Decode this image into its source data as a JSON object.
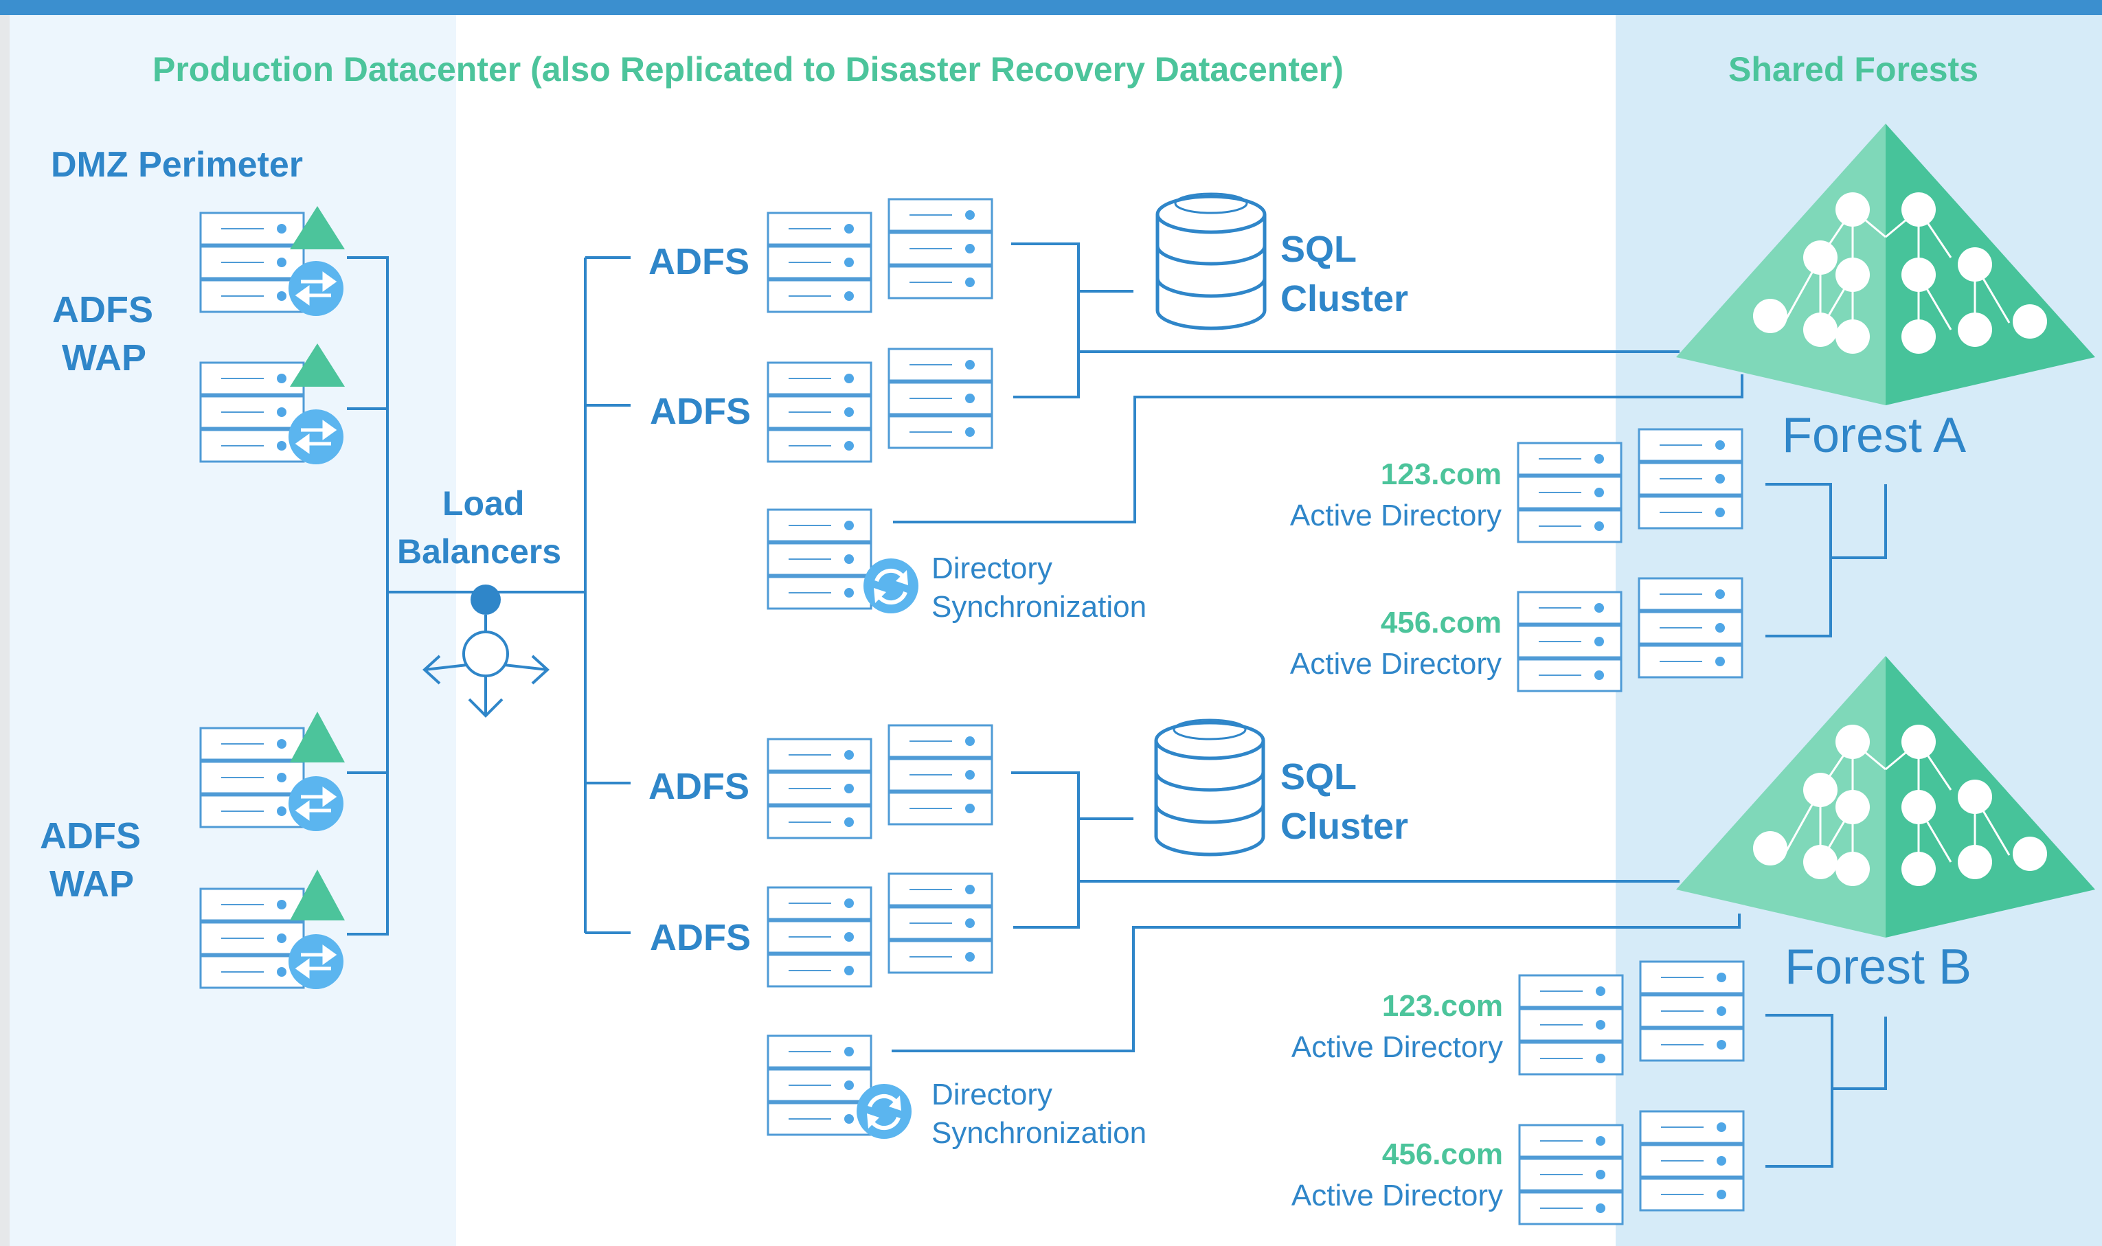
{
  "headers": {
    "production": "Production Datacenter (also Replicated to Disaster Recovery Datacenter)",
    "shared": "Shared Forests"
  },
  "dmz": {
    "title": "DMZ Perimeter",
    "wap_top": [
      "ADFS",
      "WAP"
    ],
    "wap_bottom": [
      "ADFS",
      "WAP"
    ]
  },
  "load_balancers": [
    "Load",
    "Balancers"
  ],
  "adfs_label": "ADFS",
  "sql": [
    "SQL",
    "Cluster"
  ],
  "dir_sync": [
    "Directory",
    "Synchronization"
  ],
  "active_directory": [
    {
      "domain": "123.com",
      "label": "Active Directory"
    },
    {
      "domain": "456.com",
      "label": "Active Directory"
    },
    {
      "domain": "123.com",
      "label": "Active Directory"
    },
    {
      "domain": "456.com",
      "label": "Active Directory"
    }
  ],
  "forests": [
    "Forest A",
    "Forest B"
  ],
  "colors": {
    "accent_blue": "#2f86c9",
    "accent_green": "#4cc49b",
    "light_blue_icon": "#5bb5ef",
    "server_outline": "#4f9bd6",
    "forest_band": "#d6ebf8",
    "dmz_band": "#edf6fd",
    "top_bar": "#3b8fcf"
  },
  "icons": [
    "server-rack-icon",
    "firewall-triangle-icon",
    "swap-arrows-icon",
    "database-icon",
    "sync-icon",
    "load-balancer-icon",
    "forest-tree-icon"
  ]
}
